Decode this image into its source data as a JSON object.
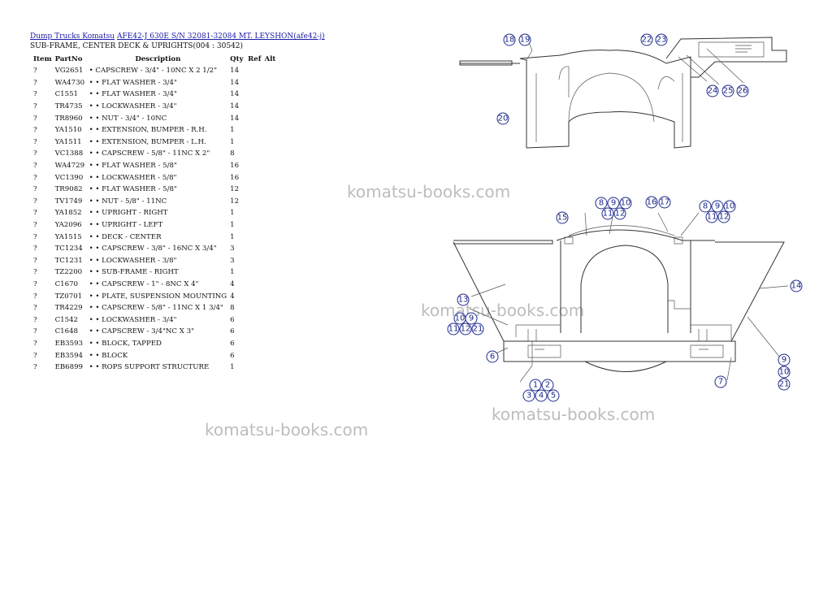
{
  "breadcrumb": {
    "category": "Dump Trucks Komatsu",
    "model": "AFE42-J 630E S/N 32081-32084 MT. LEYSHON(afe42-j)"
  },
  "section_title": "SUB-FRAME, CENTER DECK & UPRIGHTS(004 : 30542)",
  "table": {
    "headers": {
      "item": "Item",
      "part": "PartNo",
      "desc": "Description",
      "qty": "Qty",
      "ref": "Ref",
      "alt": "Alt"
    },
    "rows": [
      {
        "item": "?",
        "part": "VG2651",
        "desc": "• CAPSCREW - 3/4\" - 10NC X 2 1/2\"",
        "qty": "14"
      },
      {
        "item": "?",
        "part": "WA4730",
        "desc": "• • FLAT WASHER - 3/4\"",
        "qty": "14"
      },
      {
        "item": "?",
        "part": "C1551",
        "desc": "• • FLAT WASHER - 3/4\"",
        "qty": "14"
      },
      {
        "item": "?",
        "part": "TR4735",
        "desc": "• • LOCKWASHER - 3/4\"",
        "qty": "14"
      },
      {
        "item": "?",
        "part": "TR8960",
        "desc": "• • NUT - 3/4\" - 10NC",
        "qty": "14"
      },
      {
        "item": "?",
        "part": "YA1510",
        "desc": "• • EXTENSION, BUMPER - R.H.",
        "qty": "1"
      },
      {
        "item": "?",
        "part": "YA1511",
        "desc": "• • EXTENSION, BUMPER - L.H.",
        "qty": "1"
      },
      {
        "item": "?",
        "part": "VC1388",
        "desc": "• • CAPSCREW - 5/8\" - 11NC X 2\"",
        "qty": "8"
      },
      {
        "item": "?",
        "part": "WA4729",
        "desc": "• • FLAT WASHER - 5/8\"",
        "qty": "16"
      },
      {
        "item": "?",
        "part": "VC1390",
        "desc": "• • LOCKWASHER - 5/8\"",
        "qty": "16"
      },
      {
        "item": "?",
        "part": "TR9082",
        "desc": "• • FLAT WASHER - 5/8\"",
        "qty": "12"
      },
      {
        "item": "?",
        "part": "TV1749",
        "desc": "• • NUT - 5/8\" - 11NC",
        "qty": "12"
      },
      {
        "item": "?",
        "part": "YA1852",
        "desc": "• • UPRIGHT - RIGHT",
        "qty": "1"
      },
      {
        "item": "?",
        "part": "YA2096",
        "desc": "• • UPRIGHT - LEFT",
        "qty": "1"
      },
      {
        "item": "?",
        "part": "YA1515",
        "desc": "• • DECK - CENTER",
        "qty": "1"
      },
      {
        "item": "?",
        "part": "TC1234",
        "desc": "• • CAPSCREW - 3/8\" - 16NC X 3/4\"",
        "qty": "3"
      },
      {
        "item": "?",
        "part": "TC1231",
        "desc": "• • LOCKWASHER - 3/8\"",
        "qty": "3"
      },
      {
        "item": "?",
        "part": "TZ2200",
        "desc": "• • SUB-FRAME - RIGHT",
        "qty": "1"
      },
      {
        "item": "?",
        "part": "C1670",
        "desc": "• • CAPSCREW - 1\" - 8NC X 4\"",
        "qty": "4"
      },
      {
        "item": "?",
        "part": "TZ0701",
        "desc": "• • PLATE, SUSPENSION MOUNTING",
        "qty": "4"
      },
      {
        "item": "?",
        "part": "TR4229",
        "desc": "• • CAPSCREW - 5/8\" - 11NC X 1 3/4\"",
        "qty": "8"
      },
      {
        "item": "?",
        "part": "C1542",
        "desc": "• • LOCKWASHER - 3/4\"",
        "qty": "6"
      },
      {
        "item": "?",
        "part": "C1648",
        "desc": "• • CAPSCREW - 3/4\"NC X 3\"",
        "qty": "6"
      },
      {
        "item": "?",
        "part": "EB3593",
        "desc": "• • BLOCK, TAPPED",
        "qty": "6"
      },
      {
        "item": "?",
        "part": "EB3594",
        "desc": "• • BLOCK",
        "qty": "6"
      },
      {
        "item": "?",
        "part": "EB6899",
        "desc": "• • ROPS SUPPORT STRUCTURE",
        "qty": "1"
      }
    ]
  },
  "watermarks": [
    "komatsu-books.com",
    "komatsu-books.com",
    "komatsu-books.com",
    "komatsu-books.com"
  ],
  "callouts": {
    "top": [
      "18",
      "19",
      "22",
      "23",
      "20",
      "24",
      "25",
      "26"
    ],
    "bottom": [
      "8",
      "9",
      "10",
      "11",
      "12",
      "16",
      "17",
      "8",
      "9",
      "10",
      "11",
      "12",
      "15",
      "14",
      "13",
      "10",
      "9",
      "11",
      "12",
      "21",
      "6",
      "1",
      "2",
      "3",
      "4",
      "5",
      "7",
      "9",
      "10",
      "21"
    ]
  },
  "colors": {
    "link": "#1a1aa6",
    "callout": "#1e2a8a",
    "watermark": "#bdbdbd"
  }
}
